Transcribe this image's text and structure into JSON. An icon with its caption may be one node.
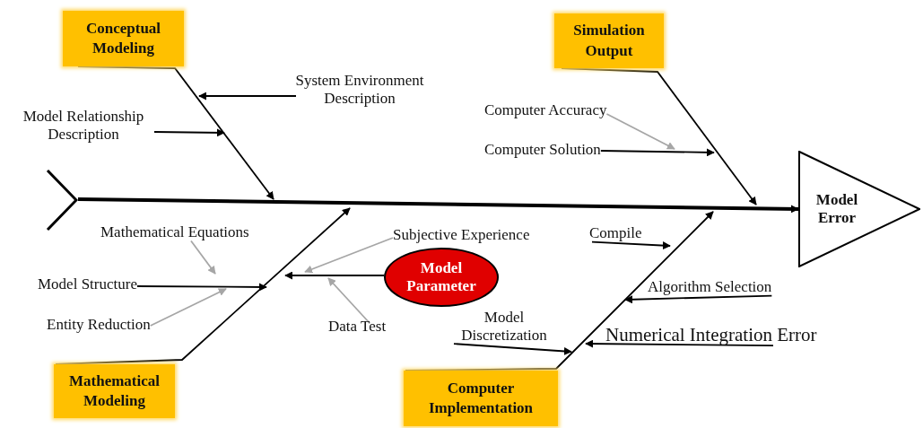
{
  "diagram": {
    "nodes": [
      {
        "text": [
          "Conceptual Modeling"
        ]
      },
      {
        "text": [
          "System Environment Description"
        ]
      },
      {
        "text": [
          "Model Relationship Description"
        ]
      },
      {
        "text": [
          "Simulation Output"
        ]
      },
      {
        "text": [
          "Computer Accuracy"
        ]
      },
      {
        "text": [
          "Computer Solution"
        ]
      },
      {
        "text": [
          "Model Error"
        ]
      },
      {
        "text": [
          "Mathematical Equations"
        ]
      },
      {
        "text": [
          "Model Structure"
        ]
      },
      {
        "text": [
          "Entity Reduction"
        ]
      },
      {
        "text": [
          "Subjective Experience"
        ]
      },
      {
        "text": [
          "Model Parameter"
        ]
      },
      {
        "text": [
          "Data Test"
        ]
      },
      {
        "text": [
          "Mathematical Modeling"
        ]
      },
      {
        "text": [
          "Compile"
        ]
      },
      {
        "text": [
          "Algorithm Selection"
        ]
      },
      {
        "text": [
          "Model Discretization"
        ]
      },
      {
        "text": [
          "Numerical Integration Error"
        ]
      },
      {
        "text": [
          "Computer Implementation"
        ]
      },
      {
        "text": [],
        "shape": "tail"
      }
    ],
    "edges": [
      {
        "from": 19,
        "to": 6,
        "arrow": "to",
        "style": "thick"
      },
      {
        "from": 0,
        "to": null,
        "arrow": "to"
      },
      {
        "from": 3,
        "to": null,
        "arrow": "to"
      },
      {
        "from": 13,
        "to": null,
        "arrow": "to"
      },
      {
        "from": 18,
        "to": null,
        "arrow": "to"
      },
      {
        "from": 1,
        "to": null,
        "arrow": "to"
      },
      {
        "from": 2,
        "to": null,
        "arrow": "to"
      },
      {
        "from": 4,
        "to": null,
        "arrow": "to",
        "color": "#a6a6a6"
      },
      {
        "from": 5,
        "to": null,
        "arrow": "to"
      },
      {
        "from": 7,
        "to": null,
        "arrow": "to",
        "color": "#a6a6a6"
      },
      {
        "from": 8,
        "to": null,
        "arrow": "to"
      },
      {
        "from": 9,
        "to": null,
        "arrow": "to",
        "color": "#a6a6a6"
      },
      {
        "from": 11,
        "to": null,
        "arrow": "to"
      },
      {
        "from": 10,
        "to": null,
        "arrow": "to",
        "color": "#a6a6a6"
      },
      {
        "from": 12,
        "to": null,
        "arrow": "to",
        "color": "#a6a6a6"
      },
      {
        "from": 14,
        "to": null,
        "arrow": "to"
      },
      {
        "from": 15,
        "to": null,
        "arrow": "to"
      },
      {
        "from": 16,
        "to": null,
        "arrow": "to"
      },
      {
        "from": 17,
        "to": null,
        "arrow": "to"
      }
    ]
  }
}
